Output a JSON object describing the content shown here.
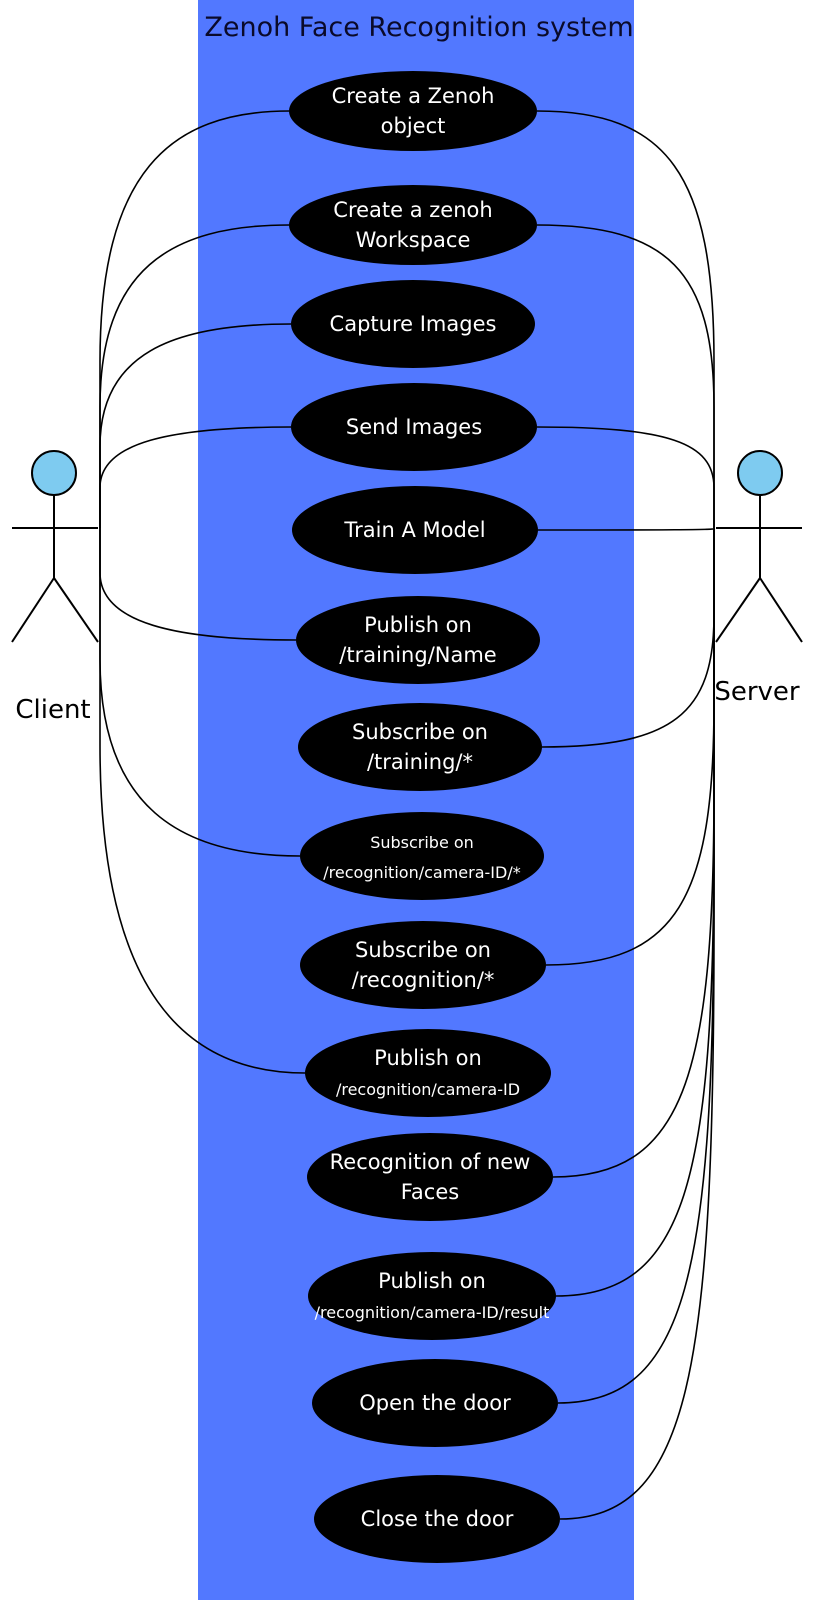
{
  "system": {
    "title": "Zenoh Face Recognition system",
    "fill_color": "#5278ff"
  },
  "actors": {
    "client": {
      "label": "Client",
      "head_color": "#7ecbf0"
    },
    "server": {
      "label": "Server",
      "head_color": "#7ecbf0"
    }
  },
  "use_cases": [
    {
      "lines": [
        "Create a Zenoh",
        "object"
      ],
      "client": true,
      "server": true
    },
    {
      "lines": [
        "Create a zenoh",
        "Workspace"
      ],
      "client": true,
      "server": true
    },
    {
      "lines": [
        "Capture Images"
      ],
      "client": true,
      "server": false
    },
    {
      "lines": [
        "Send Images"
      ],
      "client": true,
      "server": true
    },
    {
      "lines": [
        "Train A Model"
      ],
      "client": false,
      "server": true
    },
    {
      "lines": [
        "Publish on",
        "/training/Name"
      ],
      "client": true,
      "server": false
    },
    {
      "lines": [
        "Subscribe on",
        "/training/*"
      ],
      "client": false,
      "server": true
    },
    {
      "lines": [
        "Subscribe on",
        "/recognition/camera-ID/*"
      ],
      "client": true,
      "server": false,
      "small": true
    },
    {
      "lines": [
        "Subscribe on",
        "/recognition/*"
      ],
      "client": false,
      "server": true
    },
    {
      "lines": [
        "Publish on",
        "/recognition/camera-ID"
      ],
      "client": true,
      "server": false,
      "small_second": true
    },
    {
      "lines": [
        "Recognition of new",
        "Faces"
      ],
      "client": false,
      "server": true
    },
    {
      "lines": [
        "Publish on",
        "/recognition/camera-ID/result"
      ],
      "client": false,
      "server": true,
      "small_second": true
    },
    {
      "lines": [
        "Open the door"
      ],
      "client": false,
      "server": true
    },
    {
      "lines": [
        "Close the door"
      ],
      "client": false,
      "server": true
    }
  ]
}
